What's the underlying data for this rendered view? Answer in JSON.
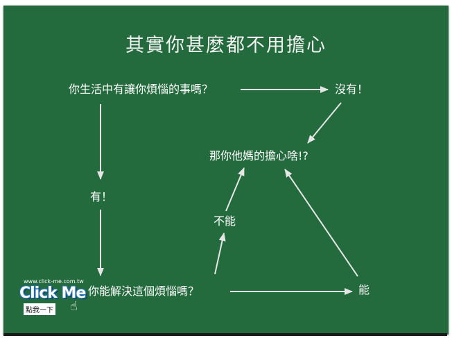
{
  "title": "其實你甚麼都不用擔心",
  "nodes": {
    "question1": "你生活中有讓你煩惱的事嗎？",
    "no": "沒有！",
    "result": "那你他媽的擔心啥!?",
    "yes": "有！",
    "cannot": "不能",
    "question2": "你能解決這個煩惱嗎？",
    "can": "能"
  },
  "badge": {
    "url": "www.click-me.com.tw",
    "text": "Click Me",
    "subtext": "點我一下"
  },
  "colors": {
    "board": "#236b3d",
    "text": "#ffffff",
    "arrow": "#e6e6e6"
  }
}
